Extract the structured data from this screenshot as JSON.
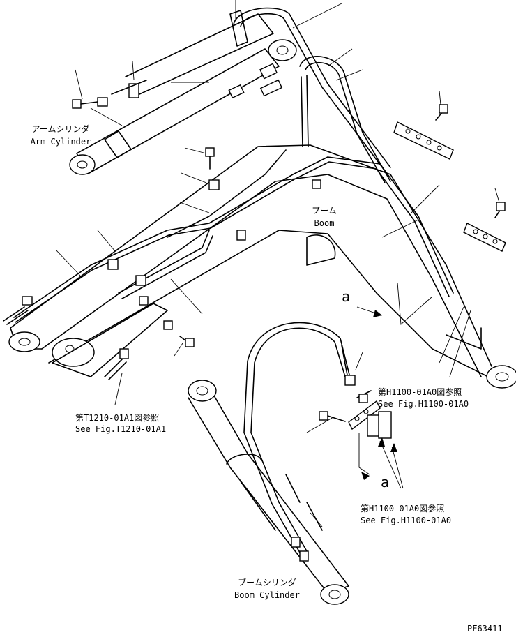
{
  "labels": {
    "arm_cylinder_jp": "アームシリンダ",
    "arm_cylinder_en": "Arm Cylinder",
    "boom_jp": "ブーム",
    "boom_en": "Boom",
    "boom_cylinder_jp": "ブームシリンダ",
    "boom_cylinder_en": "Boom Cylinder",
    "ref_t1210_jp": "第T1210-01A1図参照",
    "ref_t1210_en": "See Fig.T1210-01A1",
    "ref_h1100_top_jp": "第H1100-01A0図参照",
    "ref_h1100_top_en": "See Fig.H1100-01A0",
    "ref_h1100_bottom_jp": "第H1100-01A0図参照",
    "ref_h1100_bottom_en": "See Fig.H1100-01A0",
    "view_a_main": "a",
    "view_a_detail": "a",
    "drawing_number": "PF63411"
  }
}
